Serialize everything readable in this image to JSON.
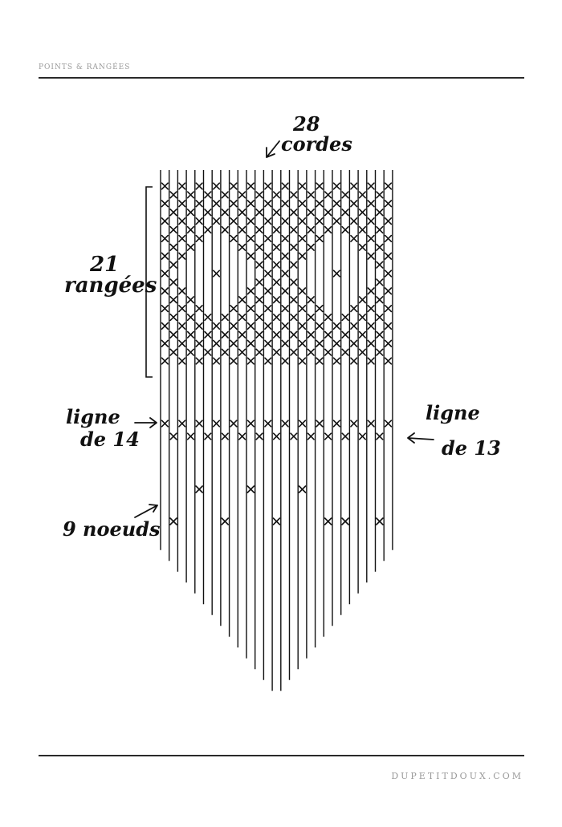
{
  "header": {
    "section": "POINTS & RANGÉES"
  },
  "footer": {
    "site": "DUPETITDOUX.COM"
  },
  "diagram": {
    "cords_count": 28,
    "rows_count": 21,
    "labels": {
      "cords_number": "28",
      "cords_word": "cordes",
      "rows_number": "21",
      "rows_word": "rangées",
      "left_line_1": "ligne",
      "left_line_2": "de 14",
      "right_line_1": "ligne",
      "right_line_2": "de 13",
      "knots": "9 noeuds"
    }
  }
}
